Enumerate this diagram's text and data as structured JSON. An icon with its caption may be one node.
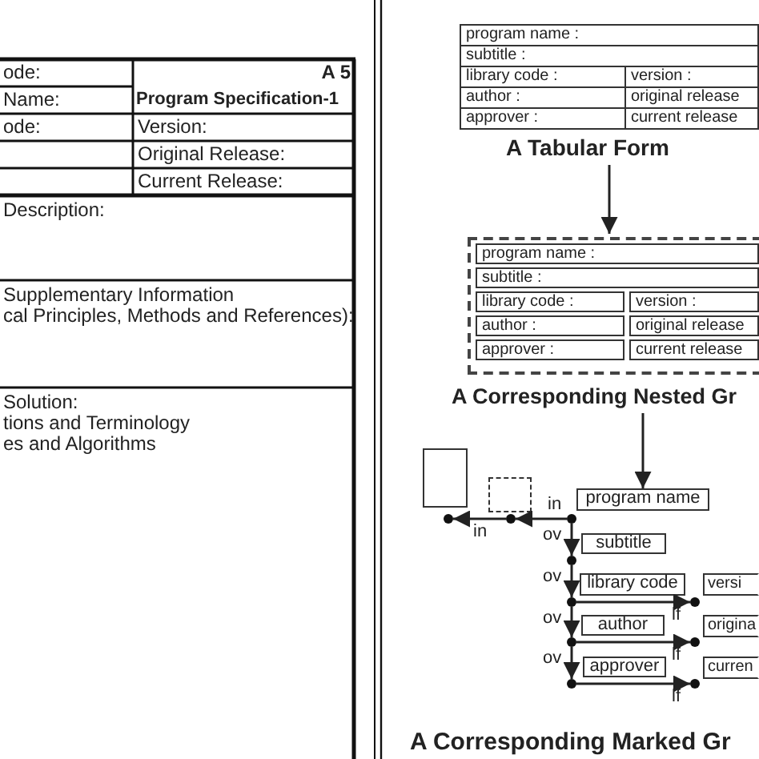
{
  "diagram": {
    "nodes": [
      {
        "text": [
          "A Tabular Form"
        ]
      },
      {
        "text": [
          "program name :"
        ],
        "in": 0
      },
      {
        "text": [
          "subtitle :"
        ],
        "in": 0
      },
      {
        "text": [
          "library code :"
        ],
        "in": 0
      },
      {
        "text": [
          "version :"
        ],
        "in": 0
      },
      {
        "text": [
          "author :"
        ],
        "in": 0
      },
      {
        "text": [
          "original release"
        ],
        "in": 0
      },
      {
        "text": [
          "approver :"
        ],
        "in": 0
      },
      {
        "text": [
          "current release"
        ],
        "in": 0
      },
      {
        "text": [
          "A Corresponding Nested Gr"
        ]
      },
      {
        "text": [
          "program name :"
        ],
        "in": 9
      },
      {
        "text": [
          "subtitle :"
        ],
        "in": 9
      },
      {
        "text": [
          "library code :"
        ],
        "in": 9
      },
      {
        "text": [
          "version :"
        ],
        "in": 9
      },
      {
        "text": [
          "author :"
        ],
        "in": 9
      },
      {
        "text": [
          "original release"
        ],
        "in": 9
      },
      {
        "text": [
          "approver :"
        ],
        "in": 9
      },
      {
        "text": [
          "current release"
        ],
        "in": 9
      },
      {
        "text": [],
        "shape": "box"
      },
      {
        "text": [],
        "shape": "box"
      },
      {
        "text": [],
        "shape": "circle"
      },
      {
        "text": [],
        "shape": "circle"
      },
      {
        "text": [],
        "shape": "circle"
      },
      {
        "text": [
          "program name"
        ]
      },
      {
        "text": [],
        "shape": "circle"
      },
      {
        "text": [
          "subtitle"
        ]
      },
      {
        "text": [],
        "shape": "circle"
      },
      {
        "text": [
          "library code"
        ]
      },
      {
        "text": [
          "versi"
        ]
      },
      {
        "text": [],
        "shape": "circle"
      },
      {
        "text": [],
        "shape": "circle"
      },
      {
        "text": [
          "author"
        ]
      },
      {
        "text": [
          "origina"
        ]
      },
      {
        "text": [],
        "shape": "circle"
      },
      {
        "text": [],
        "shape": "circle"
      },
      {
        "text": [
          "approver"
        ]
      },
      {
        "text": [
          "curren"
        ]
      },
      {
        "text": [],
        "shape": "circle"
      }
    ],
    "edges": [
      {
        "from": 0,
        "to": 9,
        "arrow": "to"
      },
      {
        "from": 9,
        "to": 23,
        "arrow": "to"
      },
      {
        "from": 22,
        "to": 21,
        "arrow": "to",
        "label": "in"
      },
      {
        "from": 21,
        "to": 20,
        "arrow": "to",
        "label": "in"
      },
      {
        "from": 22,
        "to": 24,
        "arrow": "to",
        "label": "ov"
      },
      {
        "from": 24,
        "to": 26,
        "arrow": "to",
        "label": "ov"
      },
      {
        "from": 26,
        "to": 30,
        "arrow": "to",
        "label": "ov"
      },
      {
        "from": 30,
        "to": 34,
        "arrow": "to",
        "label": "ov"
      },
      {
        "from": 26,
        "to": 29,
        "arrow": "to",
        "label": "lf"
      },
      {
        "from": 30,
        "to": 33,
        "arrow": "to",
        "label": "lf"
      },
      {
        "from": 34,
        "to": 37,
        "arrow": "to",
        "label": "lf"
      }
    ],
    "labels": [
      "ode:",
      "A 5",
      "Name:",
      "Program Specification-1",
      "ode:",
      "Version:",
      "Original Release:",
      "Current Release:",
      "Description:",
      "Supplementary Information",
      "cal Principles, Methods and References):",
      "Solution:",
      "tions and Terminology",
      "es and Algorithms",
      "A Corresponding Marked Gr"
    ]
  }
}
